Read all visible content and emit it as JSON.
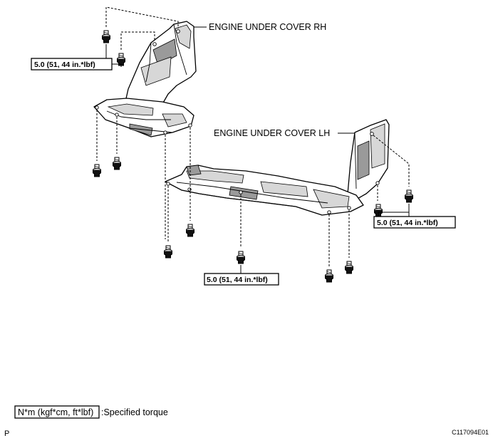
{
  "diagram": {
    "callouts": {
      "rh": "ENGINE UNDER COVER RH",
      "lh": "ENGINE UNDER COVER LH"
    },
    "torque": {
      "upper_left": "5.0 (51, 44 in.*lbf)",
      "right": "5.0 (51, 44 in.*lbf)",
      "bottom": "5.0 (51, 44 in.*lbf)"
    },
    "legend": {
      "unit": "N*m (kgf*cm, ft*lbf)",
      "description": ":Specified torque"
    },
    "footer": {
      "left_code": "P",
      "figure_id": "C117094E01"
    }
  }
}
